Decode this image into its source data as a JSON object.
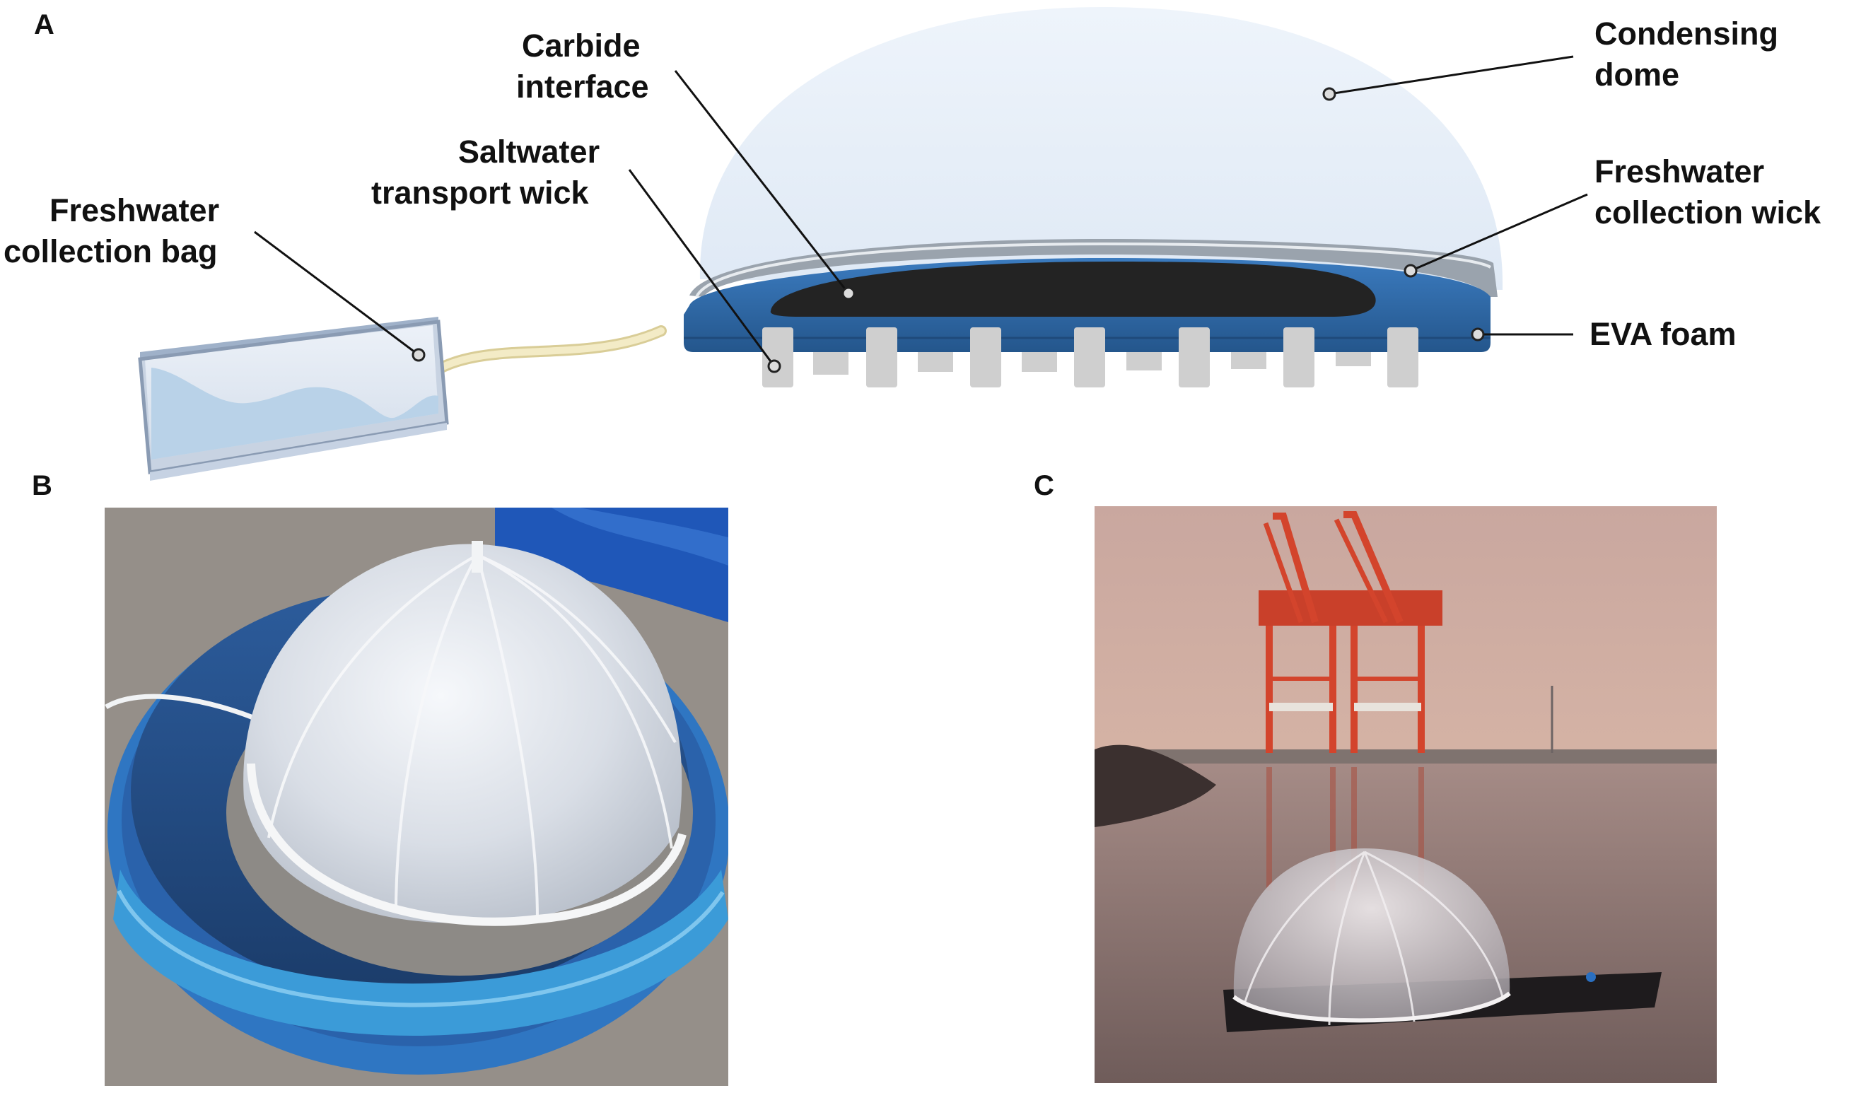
{
  "panels": {
    "a": "A",
    "b": "B",
    "c": "C"
  },
  "labels": {
    "carbide_interface": [
      "Carbide",
      "interface"
    ],
    "condensing_dome": [
      "Condensing",
      "dome"
    ],
    "saltwater_wick": [
      "Saltwater",
      "transport wick"
    ],
    "freshwater_bag": [
      "Freshwater",
      "collection bag"
    ],
    "freshwater_wick": [
      "Freshwater",
      "collection wick"
    ],
    "eva_foam": [
      "EVA foam"
    ]
  },
  "colors": {
    "dome": "#e8f0fa",
    "foam": "#2e69a8",
    "carbide": "#232323",
    "pillars": "#cfcfcf",
    "bag_water": "#b9d2e8",
    "tube": "#f1e6b8"
  }
}
